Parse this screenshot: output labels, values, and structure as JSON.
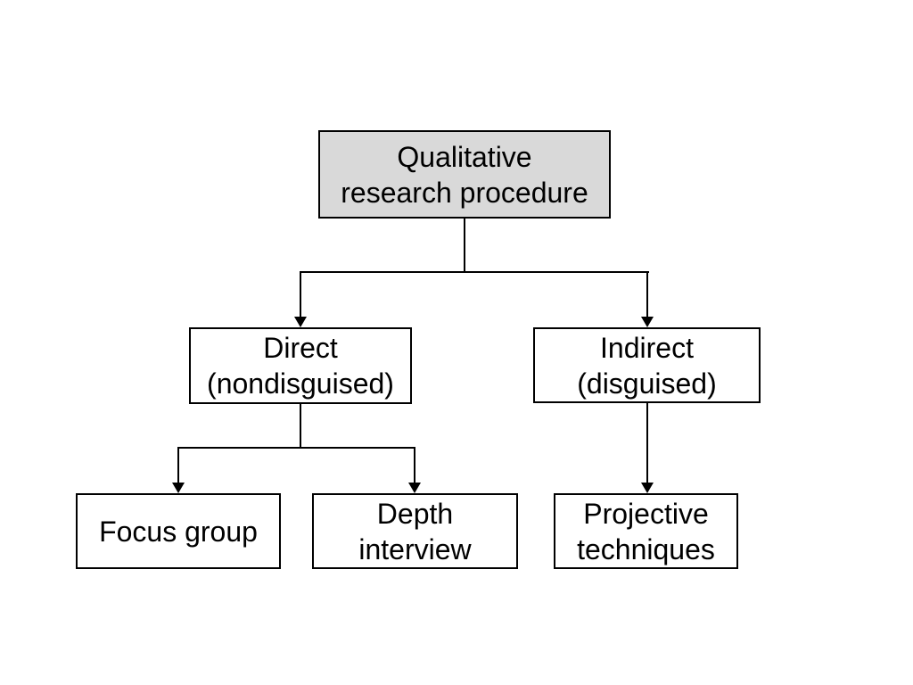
{
  "diagram": {
    "type": "flowchart",
    "background": "white slide",
    "nodes": {
      "root": {
        "id": "qualitative-research-procedure",
        "lines": [
          "Qualitative",
          "research procedure"
        ],
        "fill": "#d9d9d9"
      },
      "direct": {
        "id": "direct-nondisguised",
        "lines": [
          "Direct",
          "(nondisguised)"
        ],
        "fill": "#ffffff"
      },
      "indirect": {
        "id": "indirect-disguised",
        "lines": [
          "Indirect",
          "(disguised)"
        ],
        "fill": "#ffffff"
      },
      "focus_group": {
        "id": "focus-group",
        "lines": [
          "Focus group"
        ],
        "fill": "#ffffff"
      },
      "depth_interview": {
        "id": "depth-interview",
        "lines": [
          "Depth",
          "interview"
        ],
        "fill": "#ffffff"
      },
      "projective_techniques": {
        "id": "projective-techniques",
        "lines": [
          "Projective",
          "techniques"
        ],
        "fill": "#ffffff"
      }
    },
    "edges": [
      {
        "from": "qualitative-research-procedure",
        "to": "direct-nondisguised",
        "arrow": true
      },
      {
        "from": "qualitative-research-procedure",
        "to": "indirect-disguised",
        "arrow": true
      },
      {
        "from": "direct-nondisguised",
        "to": "focus-group",
        "arrow": true
      },
      {
        "from": "direct-nondisguised",
        "to": "depth-interview",
        "arrow": true
      },
      {
        "from": "indirect-disguised",
        "to": "projective-techniques",
        "arrow": true
      }
    ]
  },
  "colors": {
    "background": "#ffffff",
    "border": "#000000",
    "root_fill": "#d9d9d9",
    "node_fill": "#ffffff",
    "text": "#000000"
  }
}
